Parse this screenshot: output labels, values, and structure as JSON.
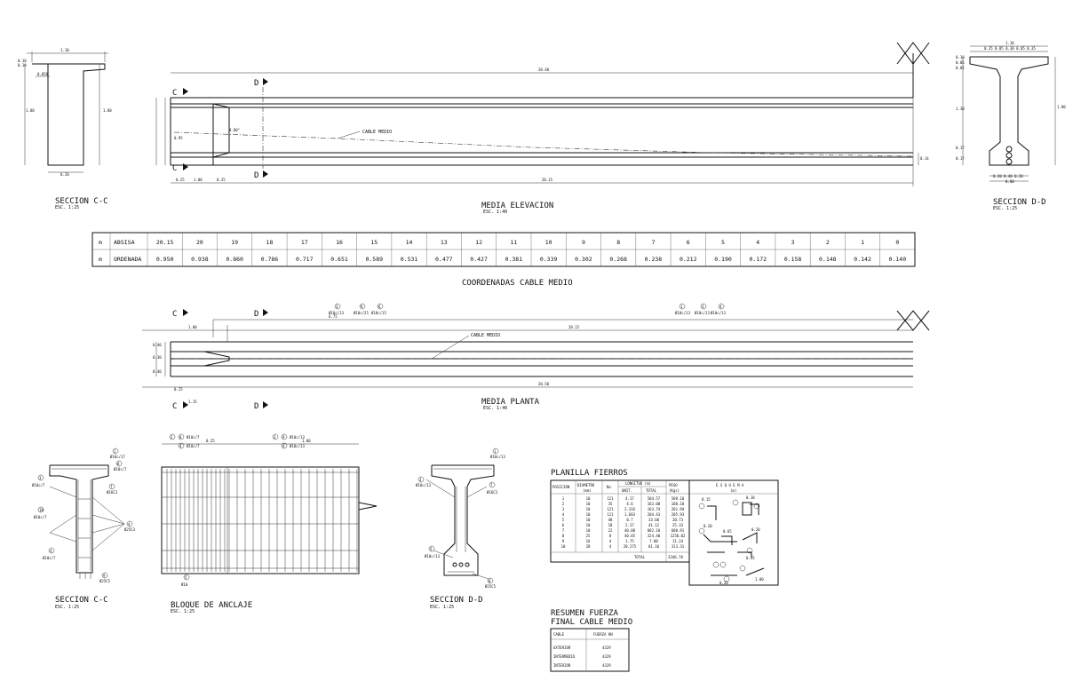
{
  "sections": {
    "cc_top": {
      "title": "SECCION C-C",
      "scale": "ESC. 1:25"
    },
    "dd_top": {
      "title": "SECCION D-D",
      "scale": "ESC. 1:25"
    },
    "elevation": {
      "title": "MEDIA ELEVACION",
      "scale": "ESC. 1:40",
      "cable_label": "CABLE MEDIO"
    },
    "plan": {
      "title": "MEDIA PLANTA",
      "scale": "ESC. 1:40",
      "cable_label": "CABLE MEDIO"
    },
    "cc_bottom": {
      "title": "SECCION C-C",
      "scale": "ESC. 1:25"
    },
    "anclaje": {
      "title": "BLOQUE DE ANCLAJE",
      "scale": "ESC. 1:25"
    },
    "dd_bottom": {
      "title": "SECCION D-D",
      "scale": "ESC. 1:25"
    }
  },
  "section_marks": {
    "c": "C",
    "d": "D"
  },
  "coordinates_table": {
    "title": "COORDENADAS CABLE MEDIO",
    "unit": "m",
    "row1_label": "ABSISA",
    "row2_label": "ORDENADA",
    "abscissa": [
      "20.15",
      "20",
      "19",
      "18",
      "17",
      "16",
      "15",
      "14",
      "13",
      "12",
      "11",
      "10",
      "9",
      "8",
      "7",
      "6",
      "5",
      "4",
      "3",
      "2",
      "1",
      "0"
    ],
    "ordinate": [
      "0.950",
      "0.938",
      "0.860",
      "0.786",
      "0.717",
      "0.651",
      "0.589",
      "0.531",
      "0.477",
      "0.427",
      "0.381",
      "0.339",
      "0.302",
      "0.268",
      "0.238",
      "0.212",
      "0.190",
      "0.172",
      "0.158",
      "0.148",
      "0.142",
      "0.140"
    ]
  },
  "planilla": {
    "title": "PLANILLA FIERROS",
    "headers": {
      "pos": "POSICION",
      "diam": "DIAMETRO",
      "diam_unit": "(mm)",
      "n": "No",
      "long": "LONGITUD (m)",
      "unit": "UNIT.",
      "total": "TOTAL",
      "peso": "PESO",
      "peso_unit": "(Kgs)",
      "esquema": "E S Q U E M A",
      "esquema_unit": "(m)"
    },
    "rows": [
      {
        "pos": "1",
        "diam": "10",
        "n": "121",
        "unit": "4.17",
        "total": "504.57",
        "peso": "509.10"
      },
      {
        "pos": "2",
        "diam": "10",
        "n": "35",
        "unit": "4.6",
        "total": "163.00",
        "peso": "100.10"
      },
      {
        "pos": "3",
        "diam": "10",
        "n": "121",
        "unit": "2.316",
        "total": "163.74",
        "peso": "201.94"
      },
      {
        "pos": "4",
        "diam": "10",
        "n": "121",
        "unit": "1.683",
        "total": "204.43",
        "peso": "205.93"
      },
      {
        "pos": "5",
        "diam": "10",
        "n": "48",
        "unit": "0.7",
        "total": "33.60",
        "peso": "20.73"
      },
      {
        "pos": "6",
        "diam": "10",
        "n": "18",
        "unit": "2.37",
        "total": "41.12",
        "peso": "25.33"
      },
      {
        "pos": "7",
        "diam": "10",
        "n": "22",
        "unit": "40.08",
        "total": "882.10",
        "peso": "680.91"
      },
      {
        "pos": "8",
        "diam": "25",
        "n": "8",
        "unit": "40.05",
        "total": "324.40",
        "peso": "1250.02"
      },
      {
        "pos": "9",
        "diam": "16",
        "n": "4",
        "unit": "1.75",
        "total": "7.00",
        "peso": "11.24"
      },
      {
        "pos": "10",
        "diam": "28",
        "n": "4",
        "unit": "20.275",
        "total": "81.10",
        "peso": "313.31"
      }
    ],
    "total_label": "TOTAL",
    "total_value": "3346.70"
  },
  "resumen": {
    "title1": "RESUMEN FUERZA",
    "title2": "FINAL CABLE MEDIO",
    "col1": "CABLE",
    "col2": "FUERZA KN",
    "rows": [
      {
        "cable": "EXTERIOR",
        "fuerza": "4329"
      },
      {
        "cable": "INTERMEDIO",
        "fuerza": "4329"
      },
      {
        "cable": "INTERIOR",
        "fuerza": "4329"
      }
    ]
  }
}
